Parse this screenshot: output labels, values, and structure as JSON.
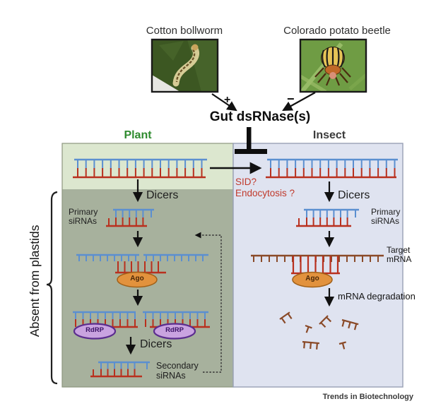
{
  "figure": {
    "header": {
      "left_organism": "Cotton bollworm",
      "right_organism": "Colorado potato beetle",
      "plus_sign": "+",
      "minus_sign": "−",
      "enzyme": "Gut  dsRNase(s)"
    },
    "plant_panel": {
      "title": "Plant",
      "side_note": "Absent from plastids",
      "dicers_top": "Dicers",
      "primary_sirnas": "Primary siRNAs",
      "ago": "Ago",
      "rdrp_left": "RdRP",
      "rdrp_right": "RdRP",
      "dicers_bottom": "Dicers",
      "secondary_sirnas": "Secondary siRNAs"
    },
    "insect_panel": {
      "title": "Insect",
      "uptake_question_1": "SID?",
      "uptake_question_2": "Endocytosis ?",
      "dicers": "Dicers",
      "primary_sirnas": "Primary siRNAs",
      "target_mrna": "Target mRNA",
      "ago": "Ago",
      "mrna_degradation": "mRNA degradation"
    },
    "footer": {
      "journal": "Trends in Biotechnology"
    },
    "colors": {
      "sense_strand_blue": "#5b8fd0",
      "antisense_strand_red": "#b9301e",
      "mrna_brown": "#8a4a28",
      "plant_title_green": "#2e8b2e",
      "insect_title_gray": "#3c3c3c",
      "uptake_red": "#c0392b",
      "ago_fill": "#e2923d",
      "ago_stroke": "#a06018",
      "rdrp_fill": "#c9a3e0",
      "rdrp_stroke": "#5b2d8e",
      "plant_panel_top": "#dce7cf",
      "plant_panel_bottom": "#a7b19d",
      "insect_panel_fill": "#dfe3f0"
    }
  }
}
